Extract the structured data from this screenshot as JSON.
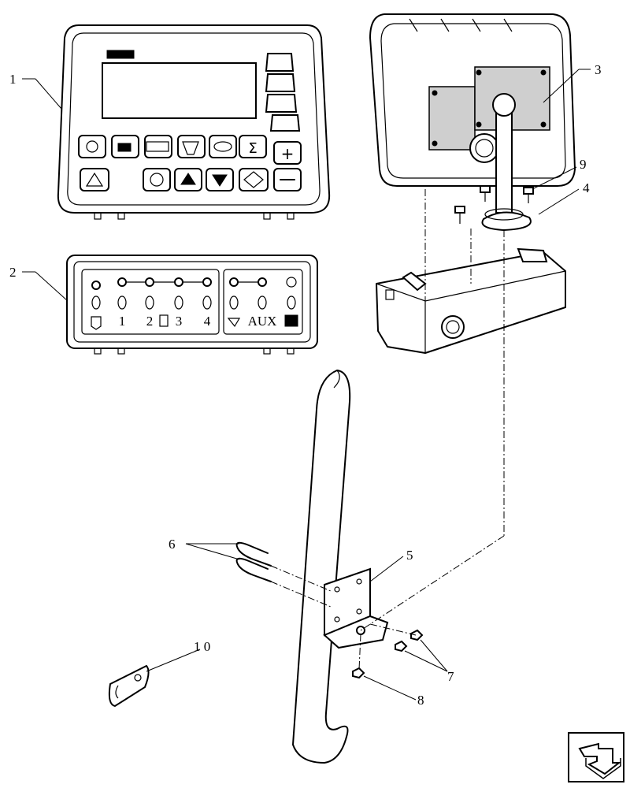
{
  "callouts": {
    "c1": "1",
    "c2": "2",
    "c3": "3",
    "c4": "4",
    "c5": "5",
    "c6": "6",
    "c7": "7",
    "c8": "8",
    "c9": "9",
    "c10": "1 0"
  },
  "panel2": {
    "switch_numbers": [
      "1",
      "2",
      "3",
      "4"
    ],
    "aux_label": "AUX"
  },
  "icons": {
    "nav_icon": "next-page-arrow-icon"
  }
}
